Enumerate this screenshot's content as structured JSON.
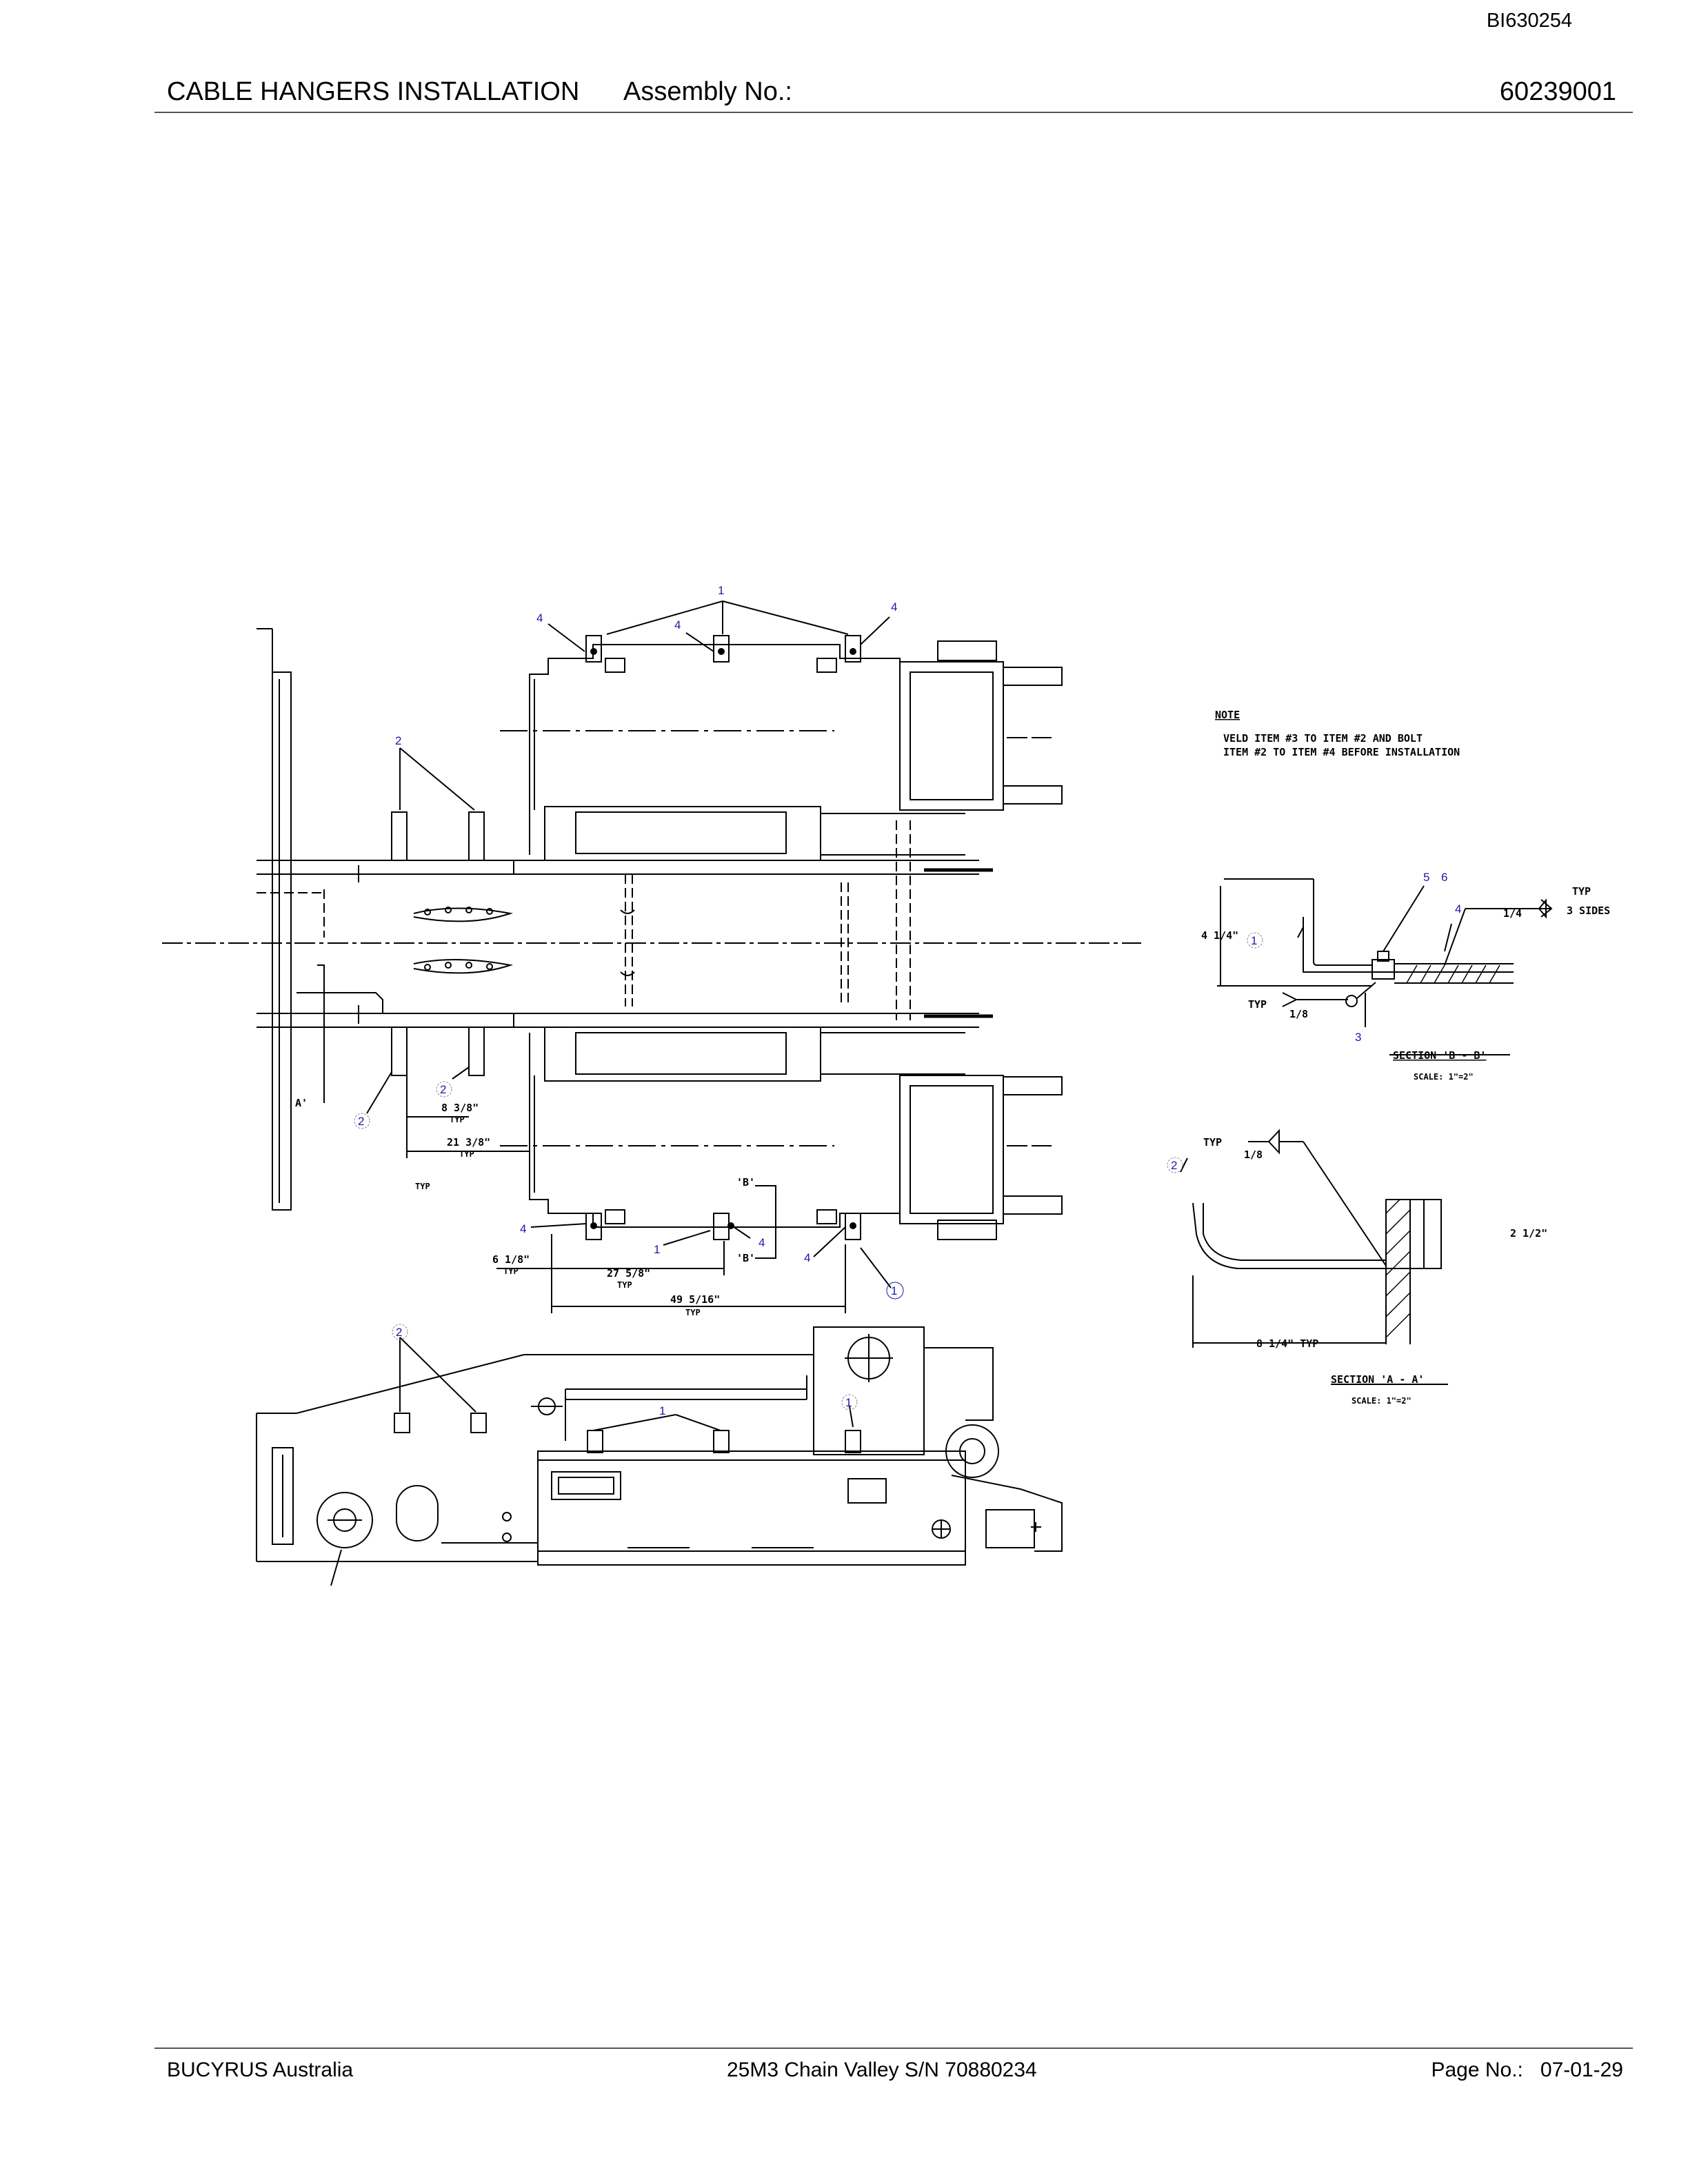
{
  "doc_id": "BI630254",
  "header": {
    "title": "CABLE HANGERS INSTALLATION",
    "assembly_label": "Assembly No.:",
    "assembly_number": "60239001"
  },
  "footer": {
    "company": "BUCYRUS Australia",
    "machine": "25M3 Chain Valley S/N 70880234",
    "page_label": "Page No.:",
    "page_number": "07-01-29"
  },
  "note": {
    "heading": "NOTE",
    "line1": "VELD ITEM #3 TO ITEM #2 AND BOLT",
    "line2": "ITEM #2 TO ITEM #4 BEFORE INSTALLATION"
  },
  "balloons": {
    "item1": "1",
    "item2": "2",
    "item3": "3",
    "item4": "4",
    "item5": "5",
    "item6": "6"
  },
  "dimensions": {
    "d_8_3_8": "8 3/8\"",
    "d_21_3_8": "21 3/8\"",
    "d_6_1_8": "6 1/8\"",
    "d_27_5_8": "27 5/8\"",
    "d_49_5_16": "49 5/16\"",
    "typ": "TYP",
    "d_4_1_4": "4 1/4\"",
    "d_2_1_2": "2 1/2\"",
    "d_8_1_4": "8 1/4\"  TYP"
  },
  "section_markers": {
    "a_prime": "A'",
    "b_prime": "'B'"
  },
  "welds": {
    "fillet_1_4": "1/4",
    "typ_3_sides_a": "TYP",
    "typ_3_sides_b": "3 SIDES",
    "fillet_1_8": "1/8",
    "typ": "TYP"
  },
  "sections": {
    "bb_title": "SECTION 'B - B'",
    "bb_scale": "SCALE:  1\"=2\"",
    "aa_title": "SECTION 'A - A'",
    "aa_scale": "SCALE:  1\"=2\""
  }
}
